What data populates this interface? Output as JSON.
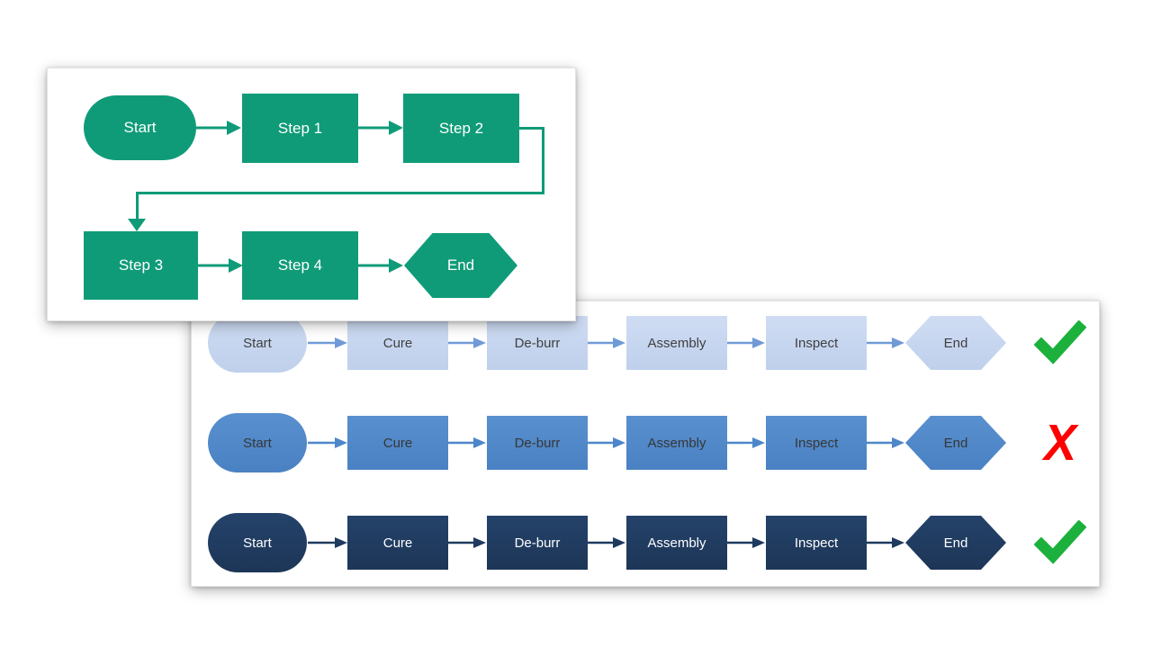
{
  "top_card": {
    "shapes": [
      {
        "label": "Start",
        "type": "stadium"
      },
      {
        "label": "Step 1",
        "type": "rect"
      },
      {
        "label": "Step 2",
        "type": "rect"
      },
      {
        "label": "Step 3",
        "type": "rect"
      },
      {
        "label": "Step 4",
        "type": "rect"
      },
      {
        "label": "End",
        "type": "hexagon"
      }
    ],
    "shape_color": "#0f9b78",
    "text_color": "#ffffff"
  },
  "bottom_card": {
    "rows": [
      {
        "steps": [
          "Start",
          "Cure",
          "De-burr",
          "Assembly",
          "Inspect",
          "End"
        ],
        "status": "pass",
        "fill": "#c8d8f0",
        "text_color": "#3f3f3f",
        "arrow_color": "#6f9ad6"
      },
      {
        "steps": [
          "Start",
          "Cure",
          "De-burr",
          "Assembly",
          "Inspect",
          "End"
        ],
        "status": "fail",
        "fill": "#4e87c9",
        "text_color": "#373737",
        "arrow_color": "#4e87c9"
      },
      {
        "steps": [
          "Start",
          "Cure",
          "De-burr",
          "Assembly",
          "Inspect",
          "End"
        ],
        "status": "pass",
        "fill": "#1f3a5f",
        "text_color": "#ffffff",
        "arrow_color": "#1f3a5f"
      }
    ]
  },
  "icons": {
    "check_color": "#1bb13c",
    "x_color": "#fe0000",
    "x_glyph": "X"
  }
}
